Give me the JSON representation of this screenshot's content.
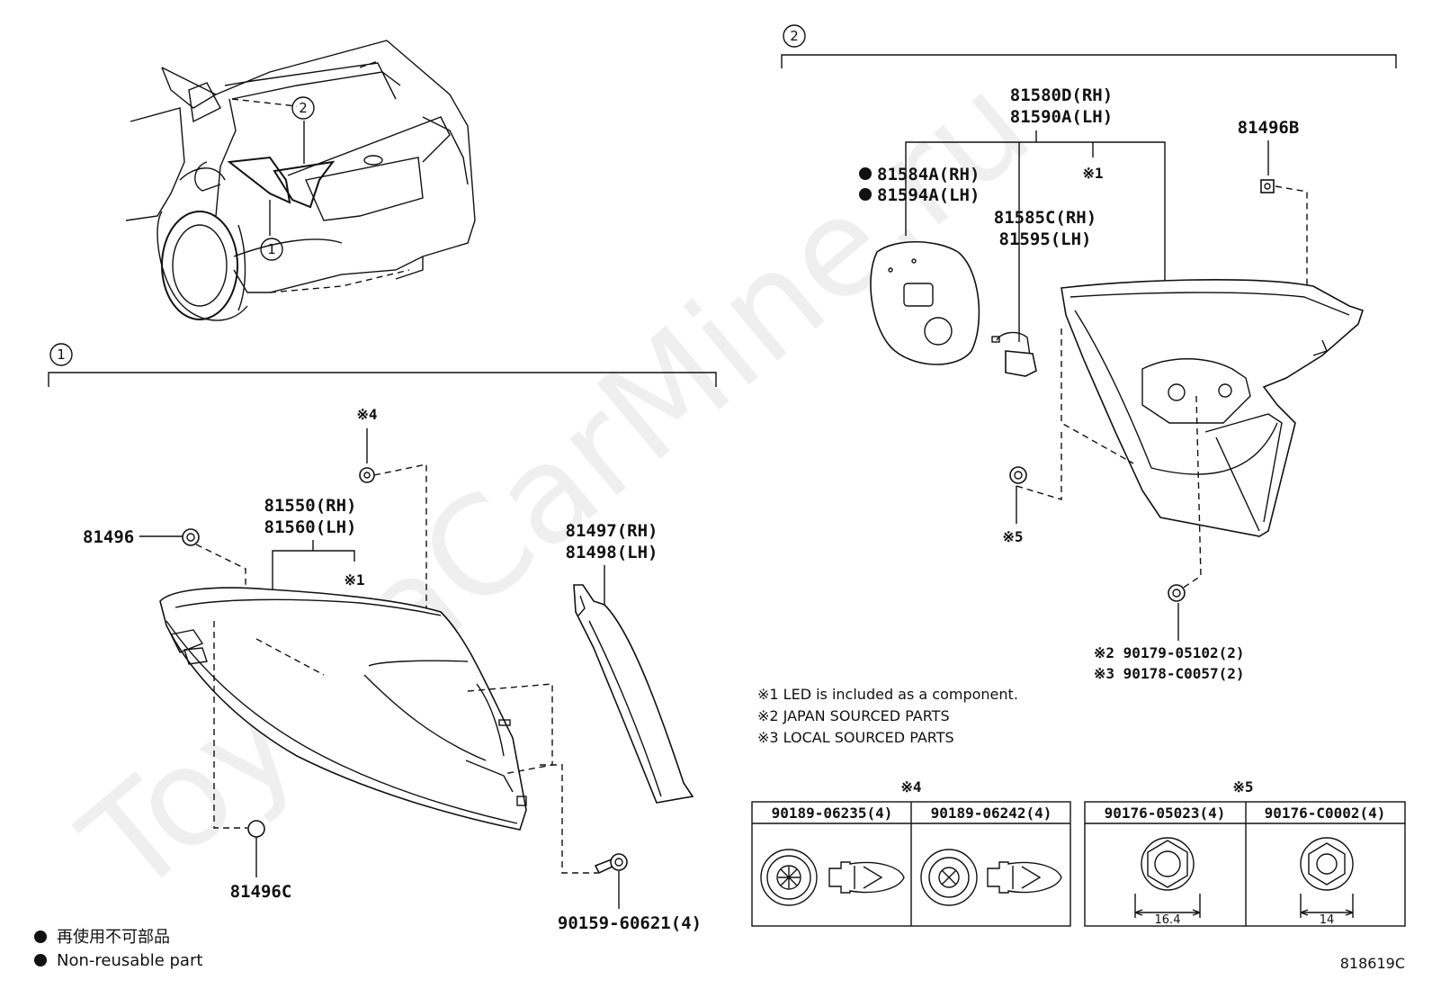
{
  "watermark": "ToyotaCarMine.ru",
  "overview": {
    "callout_1": "1",
    "callout_2": "2"
  },
  "section_1": {
    "header": "1",
    "labels": {
      "p81496": "81496",
      "p81550": "81550(RH)",
      "p81560": "81560(LH)",
      "led_mark_1": "※1",
      "mark_4": "※4",
      "p81497": "81497(RH)",
      "p81498": "81498(LH)",
      "p81496c": "81496C",
      "p90159": "90159-60621(4)"
    }
  },
  "section_2": {
    "header": "2",
    "labels": {
      "p81580d": "81580D(RH)",
      "p81590a": "81590A(LH)",
      "p81496b": "81496B",
      "p81584a": "81584A(RH)",
      "p81594a": "81594A(LH)",
      "led_mark_1": "※1",
      "p81585c": "81585C(RH)",
      "p81595": "81595(LH)",
      "mark_5": "※5",
      "p90179": "※2 90179-05102(2)",
      "p90178": "※3 90178-C0057(2)"
    }
  },
  "notes": [
    "※1 LED is included as a component.",
    "※2 JAPAN SOURCED PARTS",
    "※3 LOCAL SOURCED PARTS"
  ],
  "table_4": {
    "mark": "※4",
    "columns": [
      "90189-06235(4)",
      "90189-06242(4)"
    ]
  },
  "table_5": {
    "mark": "※5",
    "columns": [
      "90176-05023(4)",
      "90176-C0002(4)"
    ],
    "dimensions": [
      "16.4",
      "14"
    ]
  },
  "legend": {
    "japanese": "再使用不可部品",
    "english": "Non-reusable part"
  },
  "diagram_code": "818619C"
}
